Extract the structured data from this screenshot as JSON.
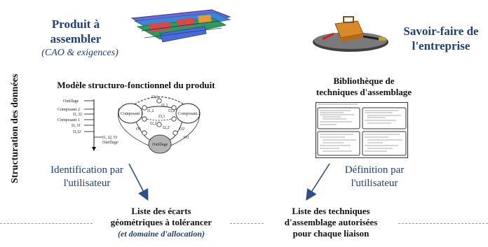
{
  "left": {
    "title_line1": "Produit à",
    "title_line2": "assembler",
    "note": "(CAO & exigences)",
    "model_title": "Modèle structuro-fonctionnel du produit",
    "user_line1": "Identification par",
    "user_line2": "l'utilisateur"
  },
  "right": {
    "title_line1": "Savoir-faire de",
    "title_line2": "l'entreprise",
    "library_line1": "Bibliothèque de",
    "library_line2": "techniques d'assemblage",
    "user_line1": "Définition par",
    "user_line2": "l'utilisateur"
  },
  "vertical_label": "Structuration des données",
  "bottom_left": {
    "line1": "Liste des écarts",
    "line2": "géométriques à tolérancer",
    "note": "(et domaine d'allocation)"
  },
  "bottom_right": {
    "line1": "Liste des techniques",
    "line2": "d'assemblage autorisées",
    "line3": "pour chaque liaison"
  },
  "graph": {
    "left_labels": [
      "Outillage",
      "Composant 2",
      "I1, I2",
      "Composant 1",
      "I1, I1",
      "I1,I2"
    ],
    "bottom_labels": [
      "I1, I2, I3",
      "Outillage"
    ],
    "node_composant1": "Composant 1",
    "node_composant2": "Composant 2",
    "node_outillage": "Outillage",
    "edge_labels": [
      "I2,1",
      "I1,1",
      "I3,1",
      "I2,2",
      "I1,2",
      "I3,2",
      "I2,2'",
      "O1",
      "O2",
      "O3"
    ]
  },
  "colors": {
    "title_blue": "#1f3f77",
    "arrow": "#2f4f87"
  }
}
